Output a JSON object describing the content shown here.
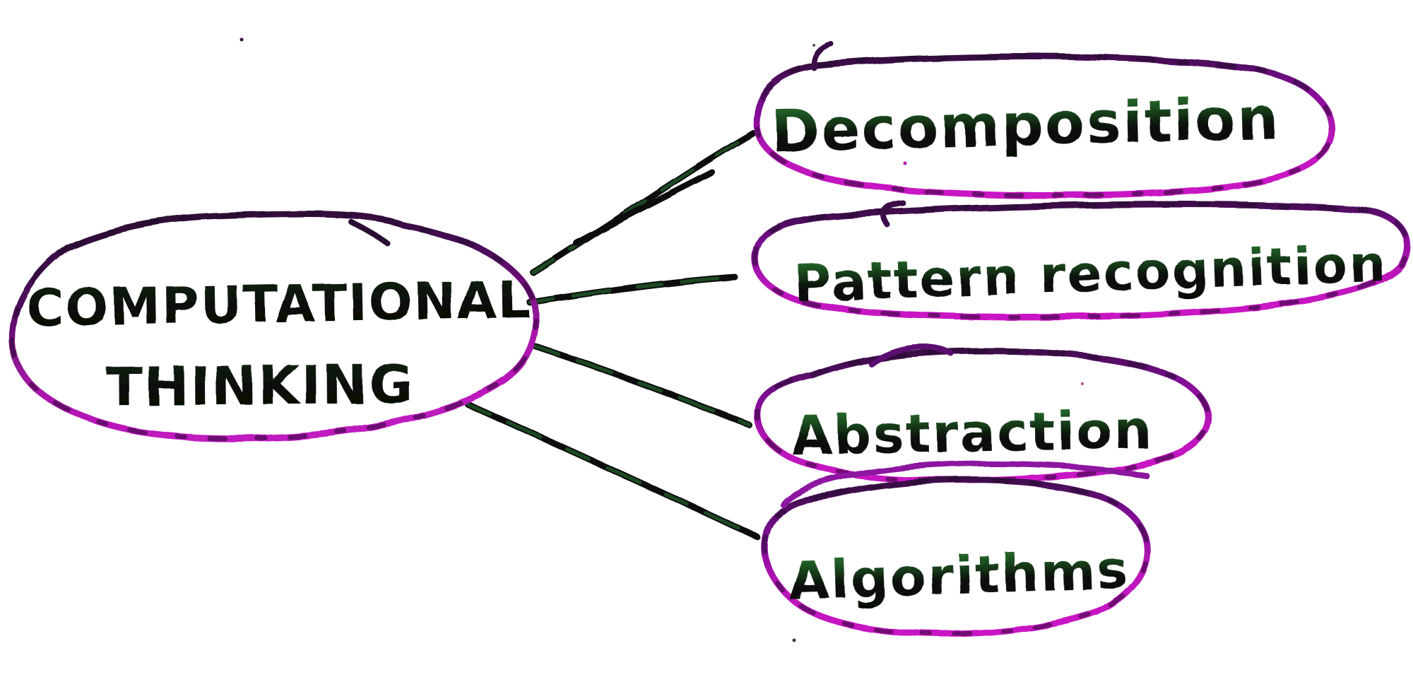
{
  "page": {
    "background": "#ffffff",
    "kind": "hand-drawn mind map"
  },
  "mindmap": {
    "root": {
      "line1": "COMPUTATIONAL",
      "line2": "THINKING"
    },
    "branches": [
      {
        "id": "decomposition",
        "label": "Decomposition"
      },
      {
        "id": "pattern-recognition",
        "label": "Pattern recognition"
      },
      {
        "id": "abstraction",
        "label": "Abstraction"
      },
      {
        "id": "algorithms",
        "label": "Algorithms"
      }
    ],
    "colors": {
      "marker_magenta": "#b813b8",
      "marker_purple_dark": "#2a0b33",
      "ink_black": "#0d0d0d",
      "marker_green": "#2f7d33",
      "background": "#ffffff"
    }
  }
}
